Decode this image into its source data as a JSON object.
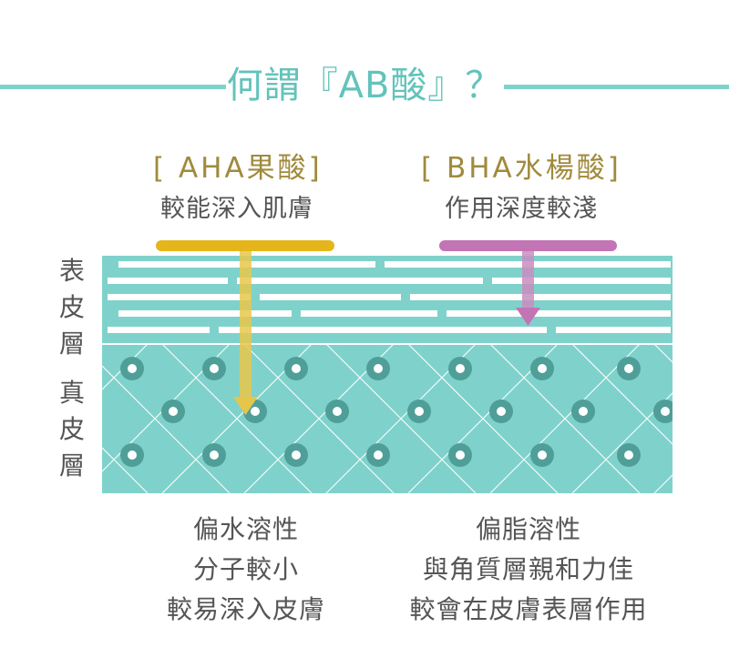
{
  "title": "何謂『AB酸』？",
  "aha": {
    "name": "[ AHA果酸]",
    "tagline": "較能深入肌膚",
    "bar_color": "#e5b51c",
    "arrow_color": "#e5c54a",
    "properties": [
      "偏水溶性",
      "分子較小",
      "較易深入皮膚"
    ]
  },
  "bha": {
    "name": "[ BHA水楊酸]",
    "tagline": "作用深度較淺",
    "bar_color": "#c374b5",
    "arrow_color": "#c374b5",
    "properties": [
      "偏脂溶性",
      "與角質層親和力佳",
      "較會在皮膚表層作用"
    ]
  },
  "layers": {
    "epidermis": [
      "表",
      "皮",
      "層"
    ],
    "dermis": [
      "真",
      "皮",
      "層"
    ]
  },
  "colors": {
    "teal_light": "#7fd2cb",
    "teal_dark": "#4f9f98",
    "text_gold": "#a08a3c",
    "text_gray": "#555555"
  }
}
